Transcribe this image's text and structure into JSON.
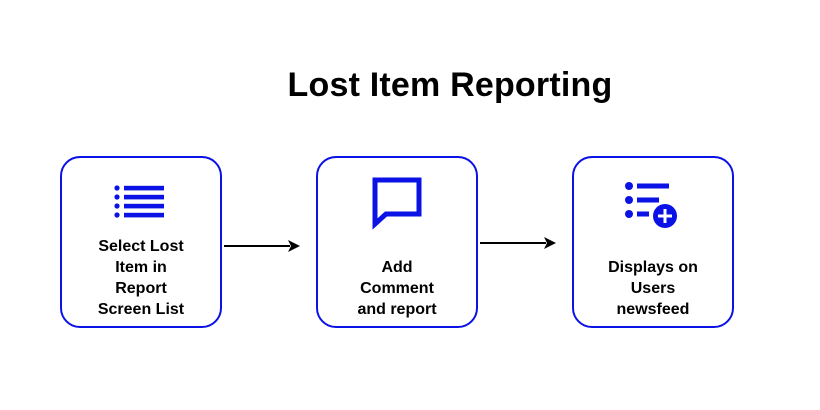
{
  "title": "Lost Item Reporting",
  "steps": [
    {
      "label": "Select Lost\nItem in\nReport\nScreen List",
      "icon": "list-icon"
    },
    {
      "label": "Add\nComment\nand report",
      "icon": "comment-icon"
    },
    {
      "label": "Displays on\nUsers\nnewsfeed",
      "icon": "playlist-add-icon"
    }
  ],
  "colors": {
    "accent": "#0a12e6",
    "arrow": "#000000"
  }
}
